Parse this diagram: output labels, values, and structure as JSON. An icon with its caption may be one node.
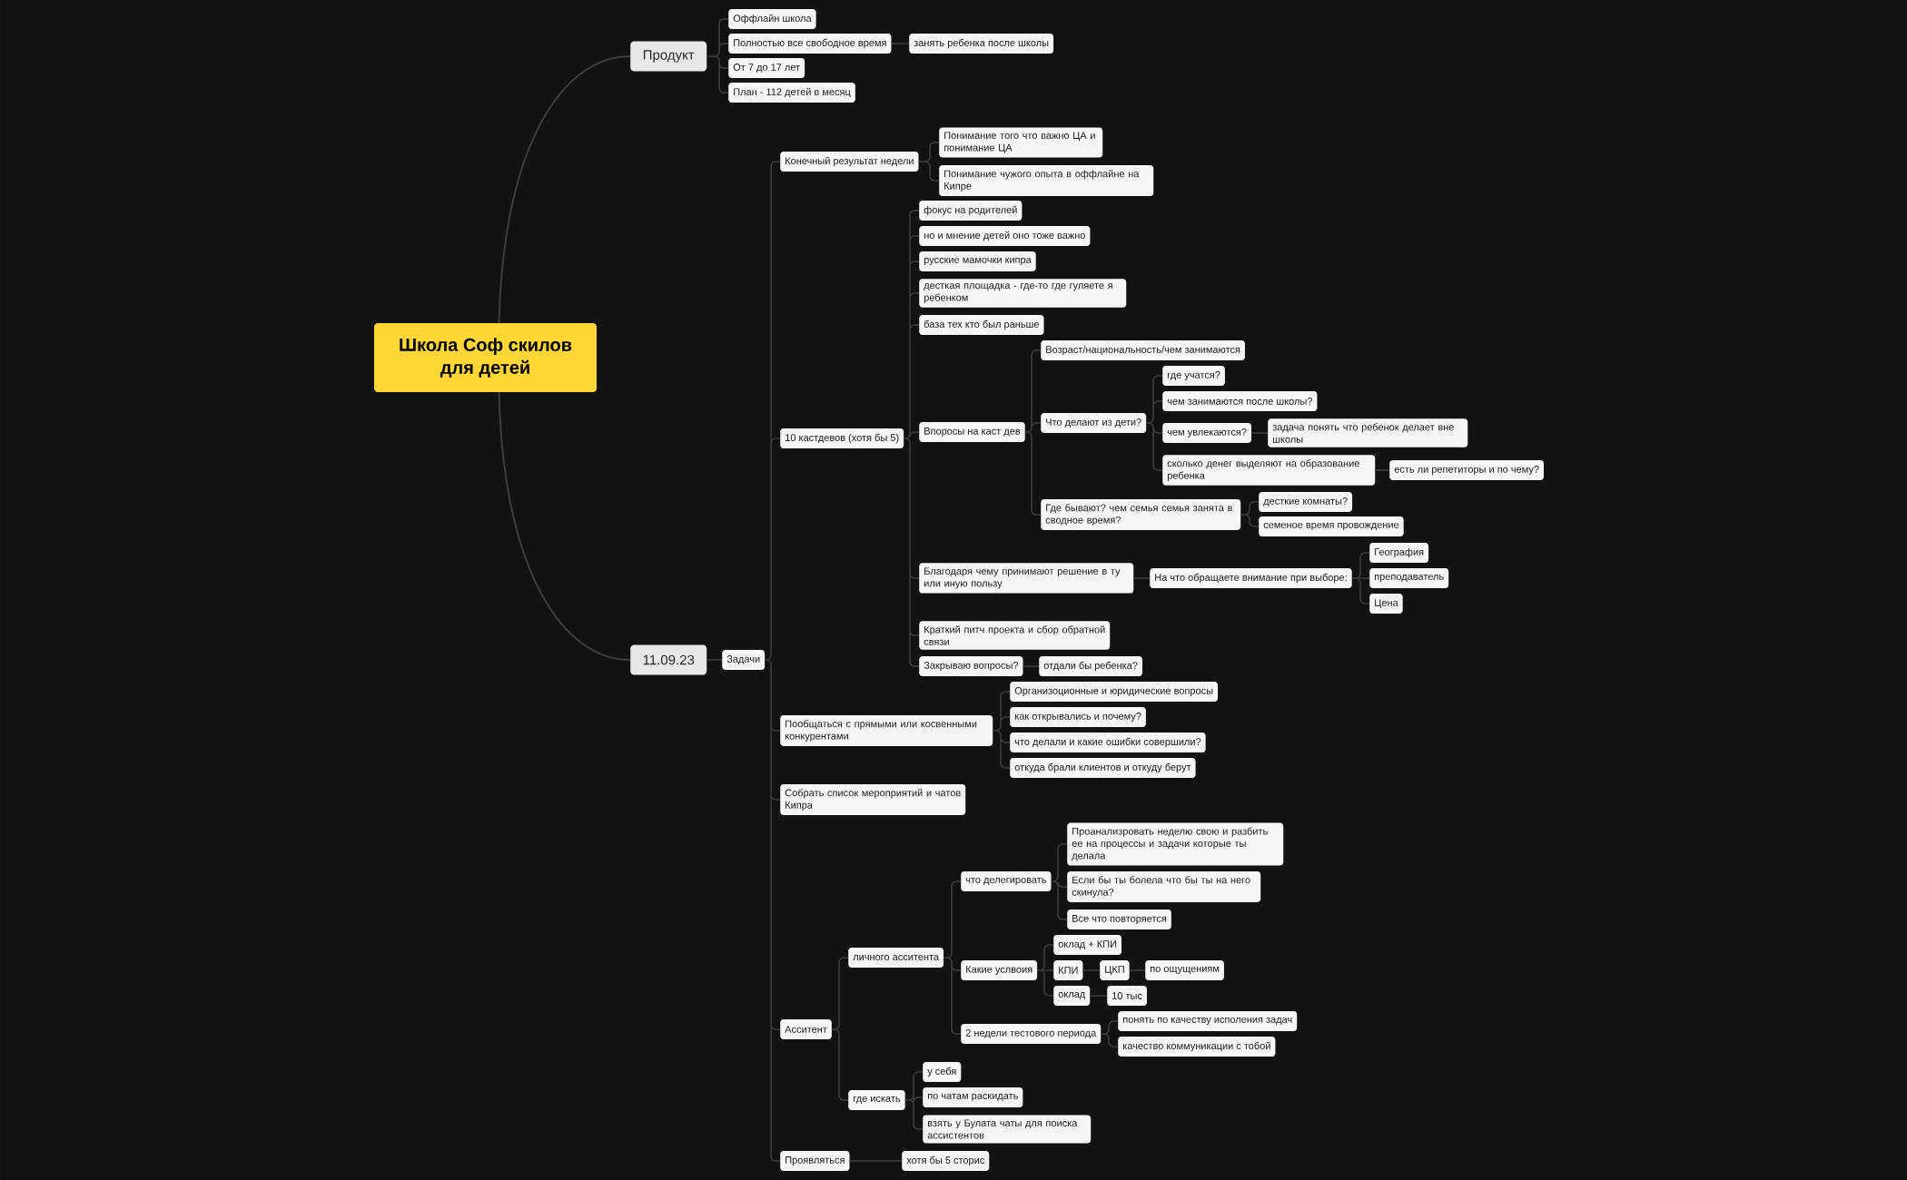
{
  "diagram": {
    "nodes": [
      {
        "text": [
          "Школа Соф скилов для детей"
        ]
      },
      {
        "text": [
          "Продукт"
        ]
      },
      {
        "text": [
          "Оффлайн школа"
        ]
      },
      {
        "text": [
          "Полностью все свободное время"
        ]
      },
      {
        "text": [
          "занять ребенка после школы"
        ]
      },
      {
        "text": [
          "От 7 до 17 лет"
        ]
      },
      {
        "text": [
          "План - 112 детей в месяц"
        ]
      },
      {
        "text": [
          "11.09.23"
        ]
      },
      {
        "text": [
          "Задачи"
        ]
      },
      {
        "text": [
          "Конечный результат недели"
        ]
      },
      {
        "text": [
          "Понимание того что важно ЦА и понимание ЦА"
        ]
      },
      {
        "text": [
          "Понимание чужого опыта в оффлайне на Кипре"
        ]
      },
      {
        "text": [
          "10 кастдевов (хотя бы 5)"
        ]
      },
      {
        "text": [
          "фокус на родителей"
        ]
      },
      {
        "text": [
          "но и мнение детей оно тоже важно"
        ]
      },
      {
        "text": [
          "русские мамочки кипра"
        ]
      },
      {
        "text": [
          "десткая площадка - где-то где гуляете я ребенком"
        ]
      },
      {
        "text": [
          "база тех кто был раньше"
        ]
      },
      {
        "text": [
          "Впоросы на каст дев"
        ]
      },
      {
        "text": [
          "Возраст/национальность/чем занимаются"
        ]
      },
      {
        "text": [
          "Что делают из дети?"
        ]
      },
      {
        "text": [
          "где учатся?"
        ]
      },
      {
        "text": [
          "чем занимаются после школы?"
        ]
      },
      {
        "text": [
          "чем увлекаются?"
        ]
      },
      {
        "text": [
          "задача понять что ребенок делает вне школы"
        ]
      },
      {
        "text": [
          "сколько денег выделяют на образование ребенка"
        ]
      },
      {
        "text": [
          "есть ли репетиторы и по чему?"
        ]
      },
      {
        "text": [
          "Где бывают? чем семья семья занята в сводное время?"
        ]
      },
      {
        "text": [
          "десткие комнаты?"
        ]
      },
      {
        "text": [
          "семеное время провождение"
        ]
      },
      {
        "text": [
          "Благодаря чему принимают решение в ту или иную пользу"
        ]
      },
      {
        "text": [
          "На что обращаете внимание при выборе:"
        ]
      },
      {
        "text": [
          "География"
        ]
      },
      {
        "text": [
          "преподаватель"
        ]
      },
      {
        "text": [
          "Цена"
        ]
      },
      {
        "text": [
          "Краткий питч проекта и сбор обратной связи"
        ]
      },
      {
        "text": [
          "Закрываю вопросы?"
        ]
      },
      {
        "text": [
          "отдали бы ребенка?"
        ]
      },
      {
        "text": [
          "Пообщаться с прямыми или косвенными конкурентами"
        ]
      },
      {
        "text": [
          "Организоционные и юридические вопросы"
        ]
      },
      {
        "text": [
          "как открывались и почему?"
        ]
      },
      {
        "text": [
          "что делали и какие ошибки совершили?"
        ]
      },
      {
        "text": [
          "откуда брали клиентов и откуду берут"
        ]
      },
      {
        "text": [
          "Собрать список мероприятий и чатов Кипра"
        ]
      },
      {
        "text": [
          "Асситент"
        ]
      },
      {
        "text": [
          "личного асситента"
        ]
      },
      {
        "text": [
          "что делегировать"
        ]
      },
      {
        "text": [
          "Проанализровать неделю свою и разбить ее на процессы и задачи которые ты делала"
        ]
      },
      {
        "text": [
          "Если бы ты болела что бы ты на него скинула?"
        ]
      },
      {
        "text": [
          "Все что повторяется"
        ]
      },
      {
        "text": [
          "Какие услвоия"
        ]
      },
      {
        "text": [
          "оклад + КПИ"
        ]
      },
      {
        "text": [
          "КПИ"
        ]
      },
      {
        "text": [
          "ЦКП"
        ]
      },
      {
        "text": [
          "по ощущениям"
        ]
      },
      {
        "text": [
          "оклад"
        ]
      },
      {
        "text": [
          "10 тыс"
        ]
      },
      {
        "text": [
          "2 недели тестового периода"
        ]
      },
      {
        "text": [
          "понять по качеству исполения задач"
        ]
      },
      {
        "text": [
          "качество коммуникации с тобой"
        ]
      },
      {
        "text": [
          "где искать"
        ]
      },
      {
        "text": [
          "у себя"
        ]
      },
      {
        "text": [
          "по чатам раскидать"
        ]
      },
      {
        "text": [
          "взять у Булата чаты для поиска ассистентов"
        ]
      },
      {
        "text": [
          "Проявляться"
        ]
      },
      {
        "text": [
          "хотя бы 5 сторис"
        ]
      }
    ],
    "edges": [
      {
        "from": 0,
        "to": 1,
        "arrow": "none"
      },
      {
        "from": 0,
        "to": 7,
        "arrow": "none"
      },
      {
        "from": 1,
        "to": 2,
        "arrow": "none"
      },
      {
        "from": 1,
        "to": 3,
        "arrow": "none"
      },
      {
        "from": 1,
        "to": 5,
        "arrow": "none"
      },
      {
        "from": 1,
        "to": 6,
        "arrow": "none"
      },
      {
        "from": 3,
        "to": 4,
        "arrow": "none"
      },
      {
        "from": 7,
        "to": 8,
        "arrow": "none"
      },
      {
        "from": 8,
        "to": 9,
        "arrow": "none"
      },
      {
        "from": 8,
        "to": 12,
        "arrow": "none"
      },
      {
        "from": 8,
        "to": 38,
        "arrow": "none"
      },
      {
        "from": 8,
        "to": 43,
        "arrow": "none"
      },
      {
        "from": 8,
        "to": 44,
        "arrow": "none"
      },
      {
        "from": 8,
        "to": 64,
        "arrow": "none"
      },
      {
        "from": 9,
        "to": 10,
        "arrow": "none"
      },
      {
        "from": 9,
        "to": 11,
        "arrow": "none"
      },
      {
        "from": 12,
        "to": 13,
        "arrow": "none"
      },
      {
        "from": 12,
        "to": 14,
        "arrow": "none"
      },
      {
        "from": 12,
        "to": 15,
        "arrow": "none"
      },
      {
        "from": 12,
        "to": 16,
        "arrow": "none"
      },
      {
        "from": 12,
        "to": 17,
        "arrow": "none"
      },
      {
        "from": 12,
        "to": 18,
        "arrow": "none"
      },
      {
        "from": 12,
        "to": 30,
        "arrow": "none"
      },
      {
        "from": 12,
        "to": 35,
        "arrow": "none"
      },
      {
        "from": 12,
        "to": 36,
        "arrow": "none"
      },
      {
        "from": 18,
        "to": 19,
        "arrow": "none"
      },
      {
        "from": 18,
        "to": 20,
        "arrow": "none"
      },
      {
        "from": 18,
        "to": 27,
        "arrow": "none"
      },
      {
        "from": 20,
        "to": 21,
        "arrow": "none"
      },
      {
        "from": 20,
        "to": 22,
        "arrow": "none"
      },
      {
        "from": 20,
        "to": 23,
        "arrow": "none"
      },
      {
        "from": 20,
        "to": 25,
        "arrow": "none"
      },
      {
        "from": 23,
        "to": 24,
        "arrow": "none"
      },
      {
        "from": 25,
        "to": 26,
        "arrow": "none"
      },
      {
        "from": 27,
        "to": 28,
        "arrow": "none"
      },
      {
        "from": 27,
        "to": 29,
        "arrow": "none"
      },
      {
        "from": 30,
        "to": 31,
        "arrow": "none"
      },
      {
        "from": 31,
        "to": 32,
        "arrow": "none"
      },
      {
        "from": 31,
        "to": 33,
        "arrow": "none"
      },
      {
        "from": 31,
        "to": 34,
        "arrow": "none"
      },
      {
        "from": 36,
        "to": 37,
        "arrow": "none"
      },
      {
        "from": 38,
        "to": 39,
        "arrow": "none"
      },
      {
        "from": 38,
        "to": 40,
        "arrow": "none"
      },
      {
        "from": 38,
        "to": 41,
        "arrow": "none"
      },
      {
        "from": 38,
        "to": 42,
        "arrow": "none"
      },
      {
        "from": 44,
        "to": 45,
        "arrow": "none"
      },
      {
        "from": 44,
        "to": 60,
        "arrow": "none"
      },
      {
        "from": 45,
        "to": 46,
        "arrow": "none"
      },
      {
        "from": 45,
        "to": 50,
        "arrow": "none"
      },
      {
        "from": 45,
        "to": 57,
        "arrow": "none"
      },
      {
        "from": 46,
        "to": 47,
        "arrow": "none"
      },
      {
        "from": 46,
        "to": 48,
        "arrow": "none"
      },
      {
        "from": 46,
        "to": 49,
        "arrow": "none"
      },
      {
        "from": 50,
        "to": 51,
        "arrow": "none"
      },
      {
        "from": 50,
        "to": 52,
        "arrow": "none"
      },
      {
        "from": 50,
        "to": 55,
        "arrow": "none"
      },
      {
        "from": 52,
        "to": 53,
        "arrow": "none"
      },
      {
        "from": 53,
        "to": 54,
        "arrow": "none"
      },
      {
        "from": 55,
        "to": 56,
        "arrow": "none"
      },
      {
        "from": 57,
        "to": 58,
        "arrow": "none"
      },
      {
        "from": 57,
        "to": 59,
        "arrow": "none"
      },
      {
        "from": 60,
        "to": 61,
        "arrow": "none"
      },
      {
        "from": 60,
        "to": 62,
        "arrow": "none"
      },
      {
        "from": 60,
        "to": 63,
        "arrow": "none"
      },
      {
        "from": 64,
        "to": 65,
        "arrow": "none"
      }
    ]
  }
}
